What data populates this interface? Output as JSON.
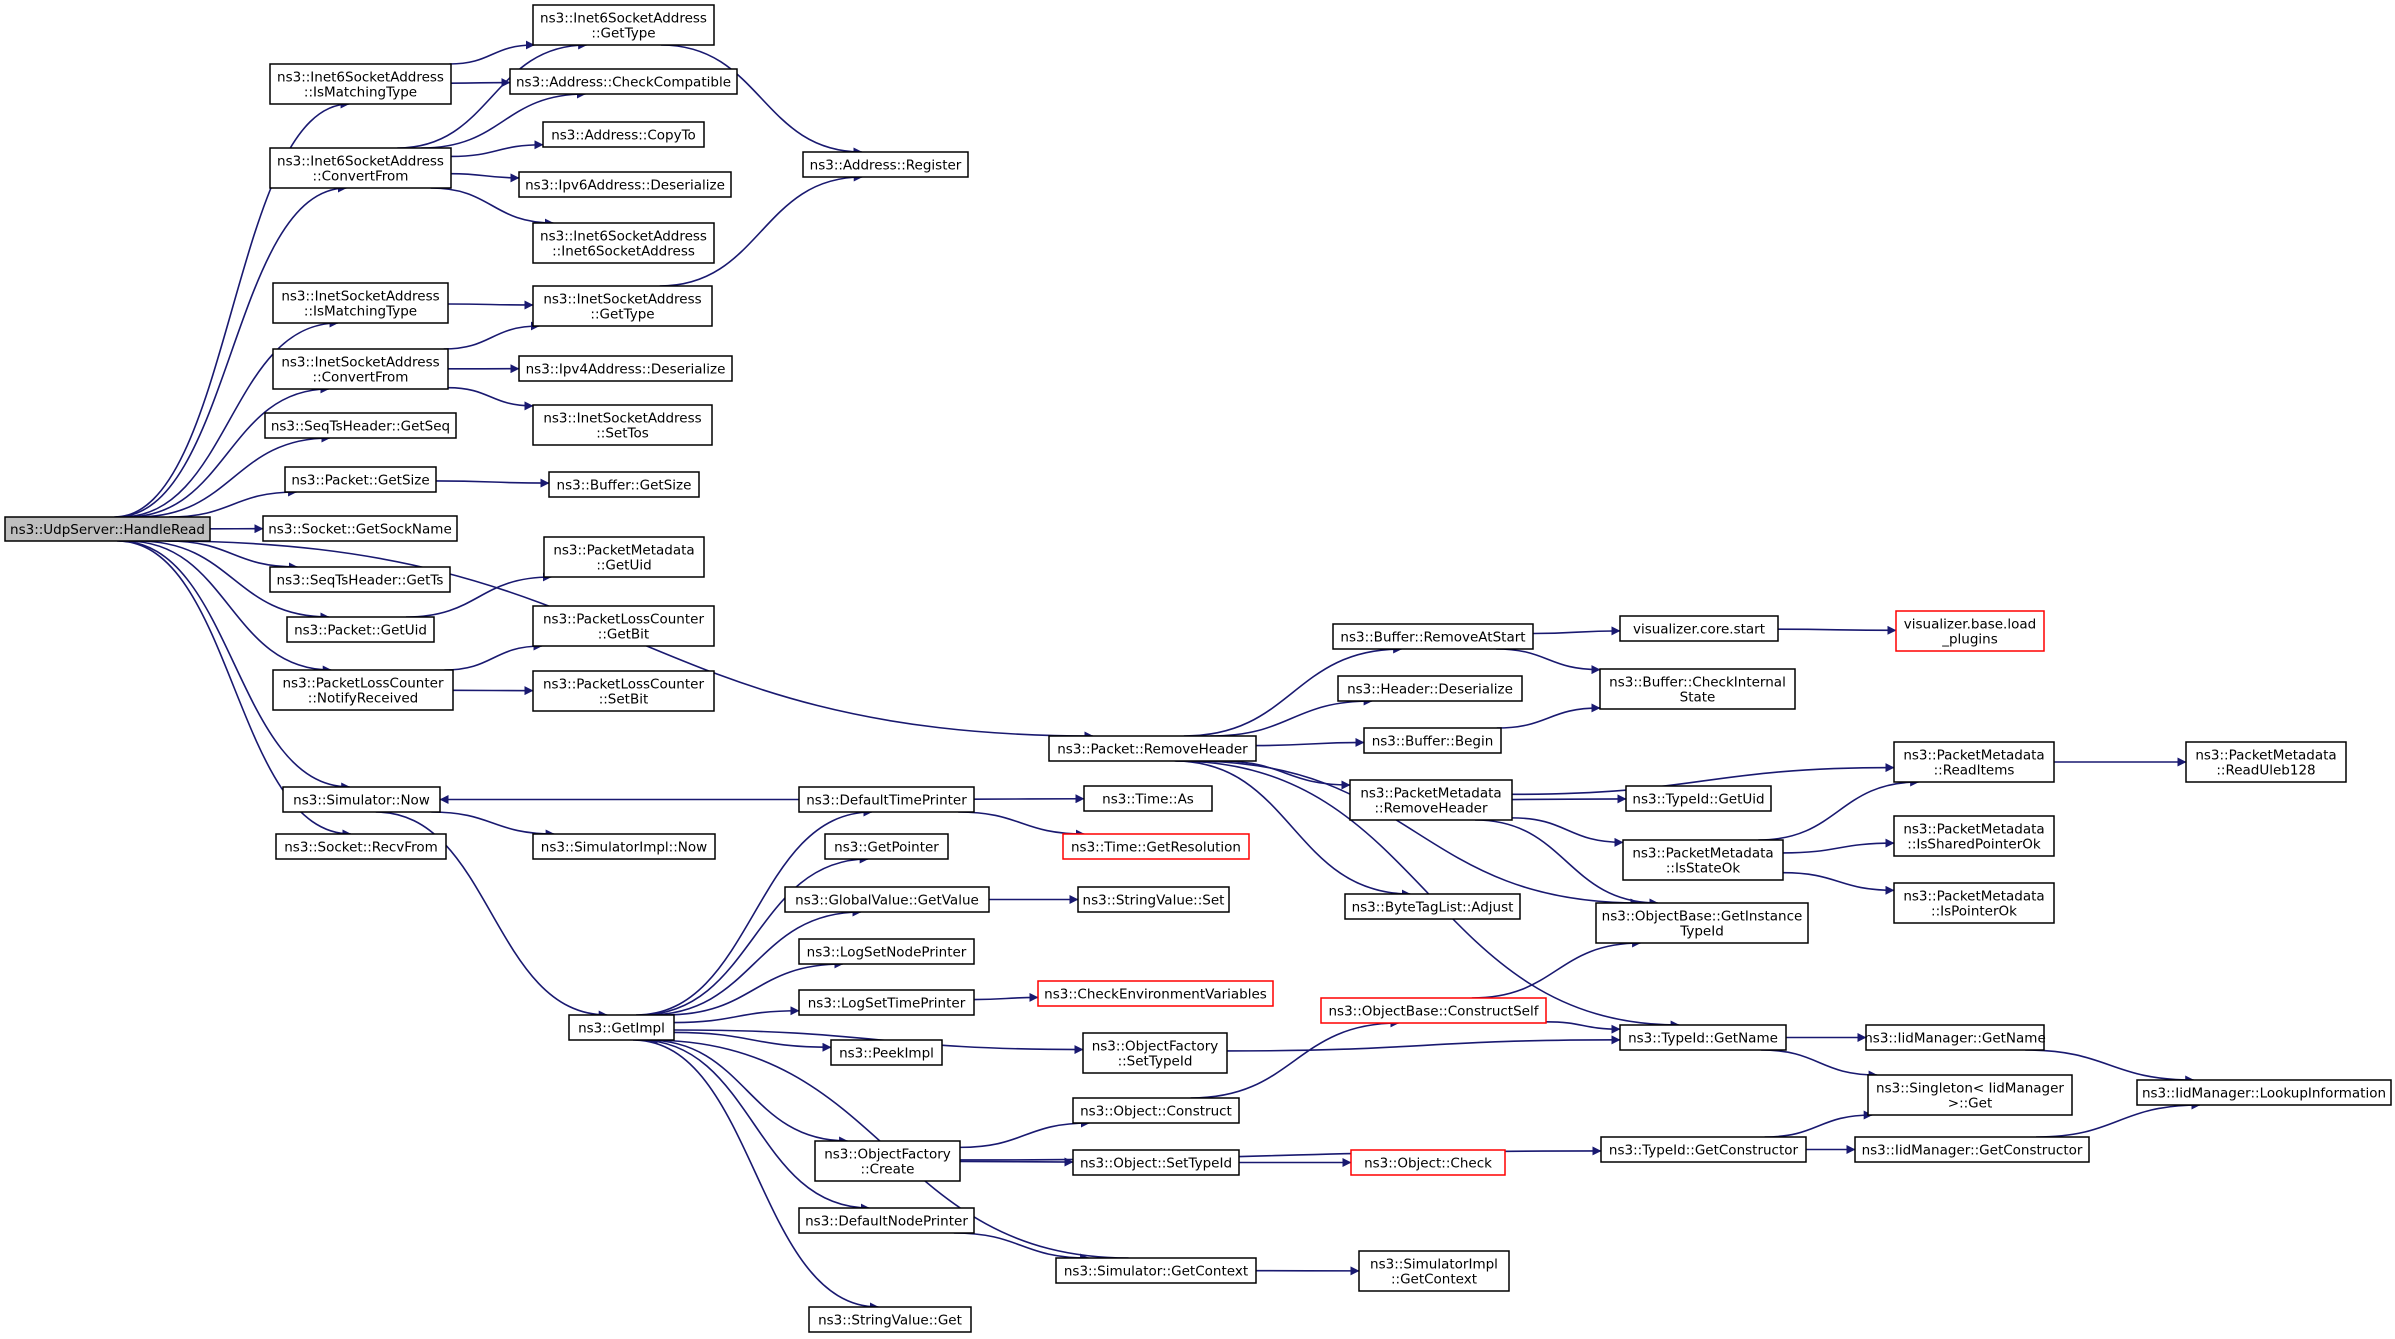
{
  "nodes": {
    "udpserver_handleread": [
      "ns3::UdpServer::HandleRead"
    ],
    "inet6_ismatchingtype": [
      "ns3::Inet6SocketAddress",
      "::IsMatchingType"
    ],
    "inet6_gettype": [
      "ns3::Inet6SocketAddress",
      "::GetType"
    ],
    "address_checkcompatible": [
      "ns3::Address::CheckCompatible"
    ],
    "inet6_convertfrom": [
      "ns3::Inet6SocketAddress",
      "::ConvertFrom"
    ],
    "address_copyto": [
      "ns3::Address::CopyTo"
    ],
    "address_register": [
      "ns3::Address::Register"
    ],
    "ipv6address_deserialize": [
      "ns3::Ipv6Address::Deserialize"
    ],
    "inet6_ctor": [
      "ns3::Inet6SocketAddress",
      "::Inet6SocketAddress"
    ],
    "inet_ismatchingtype": [
      "ns3::InetSocketAddress",
      "::IsMatchingType"
    ],
    "inet_gettype": [
      "ns3::InetSocketAddress",
      "::GetType"
    ],
    "inet_convertfrom": [
      "ns3::InetSocketAddress",
      "::ConvertFrom"
    ],
    "ipv4address_deserialize": [
      "ns3::Ipv4Address::Deserialize"
    ],
    "inet_settos": [
      "ns3::InetSocketAddress",
      "::SetTos"
    ],
    "seqts_getseq": [
      "ns3::SeqTsHeader::GetSeq"
    ],
    "packet_getsize": [
      "ns3::Packet::GetSize"
    ],
    "buffer_getsize": [
      "ns3::Buffer::GetSize"
    ],
    "socket_getsockname": [
      "ns3::Socket::GetSockName"
    ],
    "pktmeta_getuid": [
      "ns3::PacketMetadata",
      "::GetUid"
    ],
    "seqts_getts": [
      "ns3::SeqTsHeader::GetTs"
    ],
    "packet_getuid": [
      "ns3::Packet::GetUid"
    ],
    "plc_getbit": [
      "ns3::PacketLossCounter",
      "::GetBit"
    ],
    "plc_notifyreceived": [
      "ns3::PacketLossCounter",
      "::NotifyReceived"
    ],
    "plc_setbit": [
      "ns3::PacketLossCounter",
      "::SetBit"
    ],
    "buffer_removeatstart": [
      "ns3::Buffer::RemoveAtStart"
    ],
    "visualizer_core_start": [
      "visualizer.core.start"
    ],
    "visualizer_load_plugins": [
      "visualizer.base.load",
      "_plugins"
    ],
    "header_deserialize": [
      "ns3::Header::Deserialize"
    ],
    "buffer_checkinternal": [
      "ns3::Buffer::CheckInternal",
      "State"
    ],
    "buffer_begin": [
      "ns3::Buffer::Begin"
    ],
    "packet_removeheader": [
      "ns3::Packet::RemoveHeader"
    ],
    "pktmeta_readitems": [
      "ns3::PacketMetadata",
      "::ReadItems"
    ],
    "pktmeta_readuleb": [
      "ns3::PacketMetadata",
      "::ReadUleb128"
    ],
    "simulator_now": [
      "ns3::Simulator::Now"
    ],
    "defaulttimeprinter": [
      "ns3::DefaultTimePrinter"
    ],
    "time_as": [
      "ns3::Time::As"
    ],
    "pktmeta_removeheader": [
      "ns3::PacketMetadata",
      "::RemoveHeader"
    ],
    "typeid_getuid": [
      "ns3::TypeId::GetUid"
    ],
    "socket_recvfrom": [
      "ns3::Socket::RecvFrom"
    ],
    "simulatorimpl_now": [
      "ns3::SimulatorImpl::Now"
    ],
    "time_getresolution": [
      "ns3::Time::GetResolution"
    ],
    "getpointer": [
      "ns3::GetPointer"
    ],
    "pktmeta_issharedpointerok": [
      "ns3::PacketMetadata",
      "::IsSharedPointerOk"
    ],
    "pktmeta_isstateok": [
      "ns3::PacketMetadata",
      "::IsStateOk"
    ],
    "globalvalue_getvalue": [
      "ns3::GlobalValue::GetValue"
    ],
    "stringvalue_set": [
      "ns3::StringValue::Set"
    ],
    "pktmeta_ispointerok": [
      "ns3::PacketMetadata",
      "::IsPointerOk"
    ],
    "bytetaglist_adjust": [
      "ns3::ByteTagList::Adjust"
    ],
    "objectbase_getinstancetypeid": [
      "ns3::ObjectBase::GetInstance",
      "TypeId"
    ],
    "logsetnodeprinter": [
      "ns3::LogSetNodePrinter"
    ],
    "checkenvvars": [
      "ns3::CheckEnvironmentVariables"
    ],
    "logsettimeprinter": [
      "ns3::LogSetTimePrinter"
    ],
    "objectbase_constructself": [
      "ns3::ObjectBase::ConstructSelf"
    ],
    "getimpl": [
      "ns3::GetImpl"
    ],
    "typeid_getname": [
      "ns3::TypeId::GetName"
    ],
    "iidmanager_getname": [
      "ns3::IidManager::GetName"
    ],
    "objectfactory_settypeid": [
      "ns3::ObjectFactory",
      "::SetTypeId"
    ],
    "peekimpl": [
      "ns3::PeekImpl"
    ],
    "singleton_get": [
      "ns3::Singleton< IidManager",
      " >::Get"
    ],
    "iidmanager_lookupinformation": [
      "ns3::IidManager::LookupInformation"
    ],
    "object_construct": [
      "ns3::Object::Construct"
    ],
    "objectfactory_create": [
      "ns3::ObjectFactory",
      "::Create"
    ],
    "typeid_getconstructor": [
      "ns3::TypeId::GetConstructor"
    ],
    "iidmanager_getconstructor": [
      "ns3::IidManager::GetConstructor"
    ],
    "object_settypeid": [
      "ns3::Object::SetTypeId"
    ],
    "object_check": [
      "ns3::Object::Check"
    ],
    "defaultnodeprinter": [
      "ns3::DefaultNodePrinter"
    ],
    "simulator_getcontext": [
      "ns3::Simulator::GetContext"
    ],
    "simulatorimpl_getcontext": [
      "ns3::SimulatorImpl",
      "::GetContext"
    ],
    "stringvalue_get": [
      "ns3::StringValue::Get"
    ]
  },
  "colors": {
    "edge": "#191970",
    "root_fill": "#bfbfbf",
    "node_border": "#000000",
    "truncated_border": "#ff0000",
    "background": "#ffffff"
  }
}
